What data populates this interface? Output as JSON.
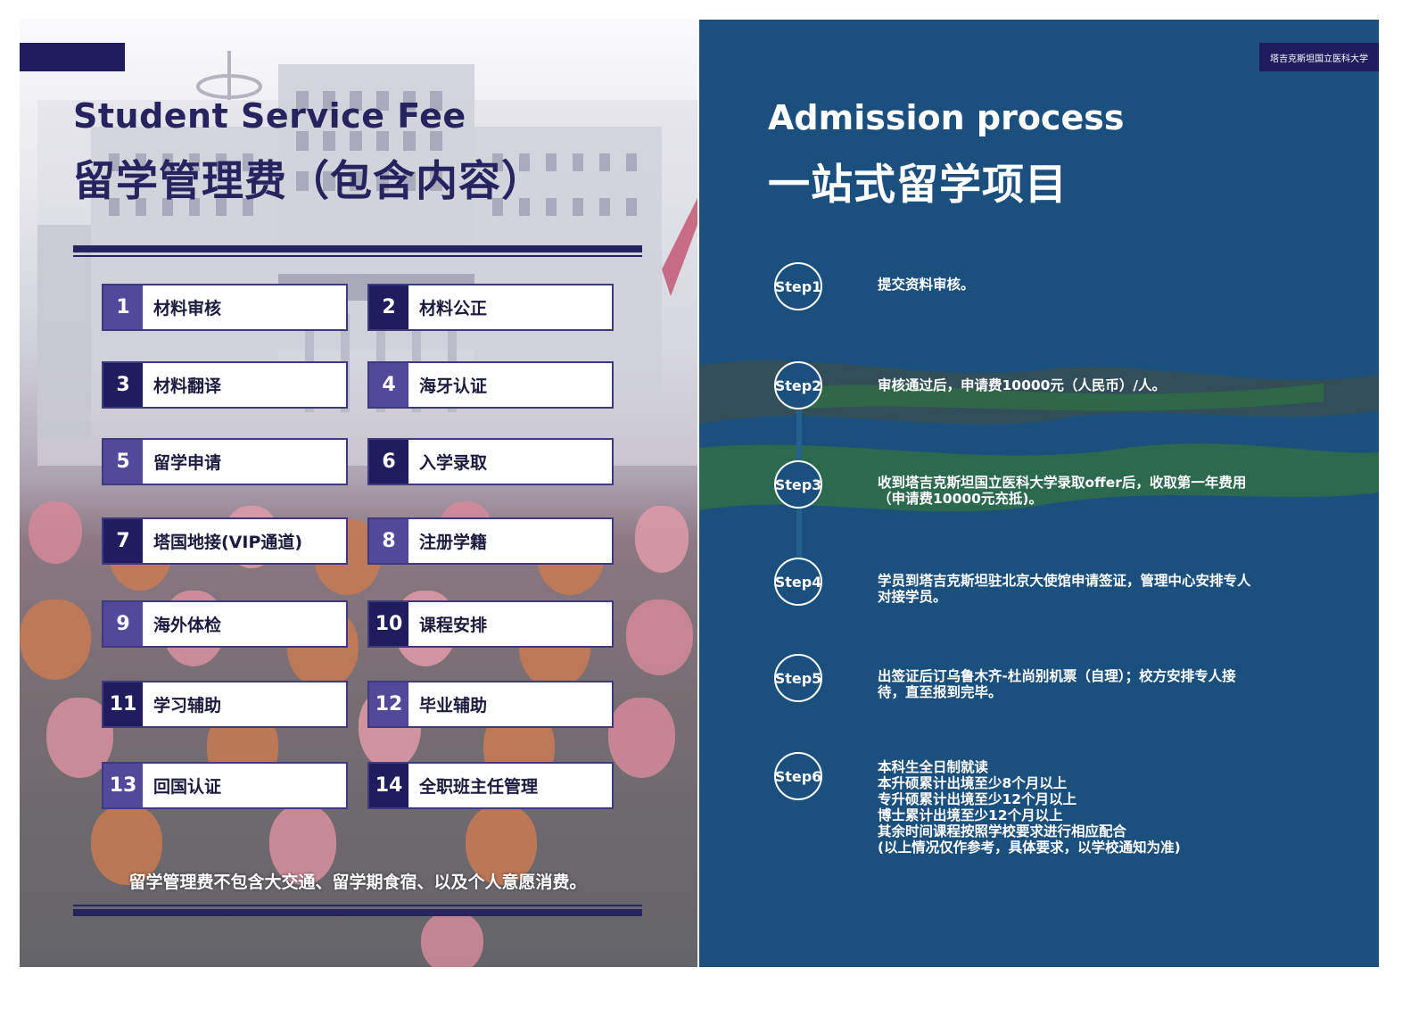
{
  "left": {
    "title_en": "Student Service Fee",
    "title_zh": "留学管理费（包含内容）",
    "items": [
      {
        "num": "1",
        "label": "材料审核"
      },
      {
        "num": "2",
        "label": "材料公正"
      },
      {
        "num": "3",
        "label": "材料翻译"
      },
      {
        "num": "4",
        "label": "海牙认证"
      },
      {
        "num": "5",
        "label": "留学申请"
      },
      {
        "num": "6",
        "label": "入学录取"
      },
      {
        "num": "7",
        "label": "塔国地接(VIP通道)"
      },
      {
        "num": "8",
        "label": "注册学籍"
      },
      {
        "num": "9",
        "label": "海外体检"
      },
      {
        "num": "10",
        "label": "课程安排"
      },
      {
        "num": "11",
        "label": "学习辅助"
      },
      {
        "num": "12",
        "label": "毕业辅助"
      },
      {
        "num": "13",
        "label": "回国认证"
      },
      {
        "num": "14",
        "label": "全职班主任管理"
      }
    ],
    "note": "留学管理费不包含大交通、留学期食宿、以及个人意愿消费。"
  },
  "right": {
    "badge": "塔吉克斯坦国立医科大学",
    "title_en": "Admission process",
    "title_zh": "一站式留学项目",
    "steps": [
      {
        "label": "Step1",
        "lines": [
          "提交资料审核。"
        ]
      },
      {
        "label": "Step2",
        "lines": [
          "审核通过后，申请费10000元（人民币）/人。"
        ]
      },
      {
        "label": "Step3",
        "lines": [
          "收到塔吉克斯坦国立医科大学录取offer后，收取第一年费用",
          "（申请费10000元充抵)。"
        ]
      },
      {
        "label": "Step4",
        "lines": [
          "学员到塔吉克斯坦驻北京大使馆申请签证，管理中心安排专人",
          "对接学员。"
        ]
      },
      {
        "label": "Step5",
        "lines": [
          "出签证后订乌鲁木齐-杜尚别机票（自理）；校方安排专人接",
          "待，直至报到完毕。"
        ]
      },
      {
        "label": "Step6",
        "lines": [
          "本科生全日制就读",
          "本升硕累计出境至少8个月以上",
          "专升硕累计出境至少12个月以上",
          "博士累计出境至少12个月以上",
          "其余时间课程按照学校要求进行相应配合",
          "(以上情况仅作参考，具体要求，以学校通知为准)"
        ]
      }
    ]
  },
  "colors": {
    "navy": "#1f1d5e",
    "purple": "#53489a",
    "panel_blue": "#1b4f7e",
    "white": "#ffffff"
  }
}
